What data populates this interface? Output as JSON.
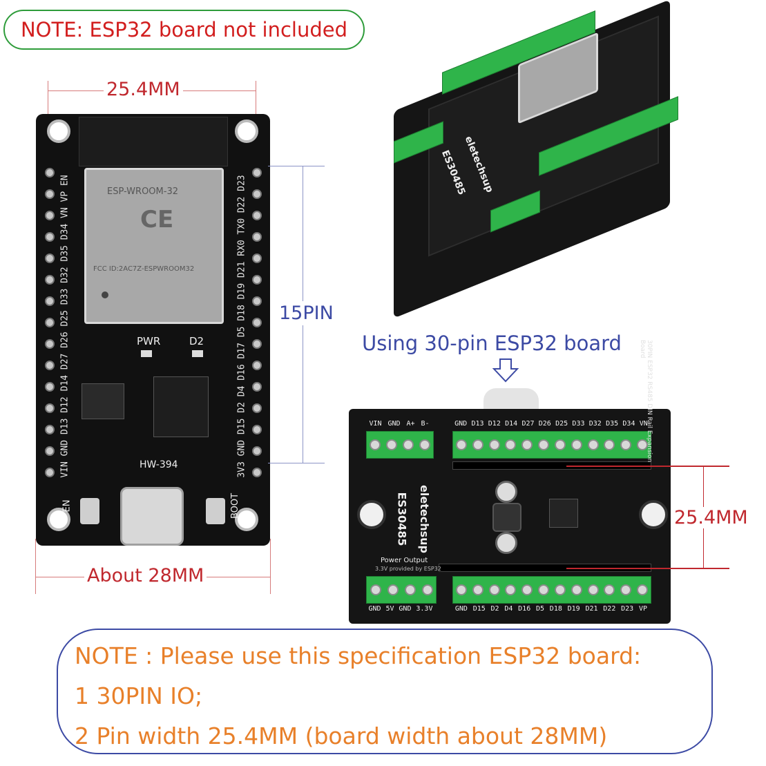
{
  "top_note": "NOTE: ESP32 board not included",
  "dims": {
    "pin_pitch_top": "25.4MM",
    "pin_count": "15PIN",
    "board_width": "About 28MM",
    "right_width": "25.4MM"
  },
  "using_label": "Using 30-pin ESP32 board",
  "esp32_board": {
    "module_text": "ESP-WROOM-32",
    "ce_mark": "CE",
    "fcc_text": "FCC ID:2AC7Z-ESPWROOM32",
    "model": "HW-394",
    "pwr_label": "PWR",
    "d2_label": "D2",
    "en_label": "EN",
    "boot_label": "BOOT",
    "left_pins": "VIN GND D13 D12 D14 D27 D26 D25 D33 D32 D35 D34 VN VP EN",
    "right_pins": "3V3 GND D15 D2 D4 D16 D17 D5 D18 D19 D21 RX0 TX0 D22 D23"
  },
  "expansion_board": {
    "brand": "eletechsup",
    "model": "ES30485",
    "top_terminals": [
      "GND",
      "D13",
      "D12",
      "D14",
      "D27",
      "D26",
      "D25",
      "D33",
      "D32",
      "D35",
      "D34",
      "VN"
    ],
    "left_terminals": [
      "VIN",
      "GND",
      "A+",
      "B-"
    ],
    "bottom_terminals": [
      "GND",
      "D15",
      "D2",
      "D4",
      "D16",
      "D5",
      "D18",
      "D19",
      "D21",
      "D22",
      "D23",
      "VP"
    ],
    "power_terminals": [
      "GND",
      "5V",
      "GND",
      "3.3V"
    ],
    "power_label": "Power Output",
    "power_sub": "3.3V provided by ESP32",
    "desc": "30PIN ESP32 RS485 DIN Rail Expansion Board"
  },
  "bottom_note": {
    "line1": "NOTE : Please use this specification ESP32 board:",
    "line2": "1 30PIN IO;",
    "line3": "2 Pin width 25.4MM (board width about 28MM)"
  }
}
